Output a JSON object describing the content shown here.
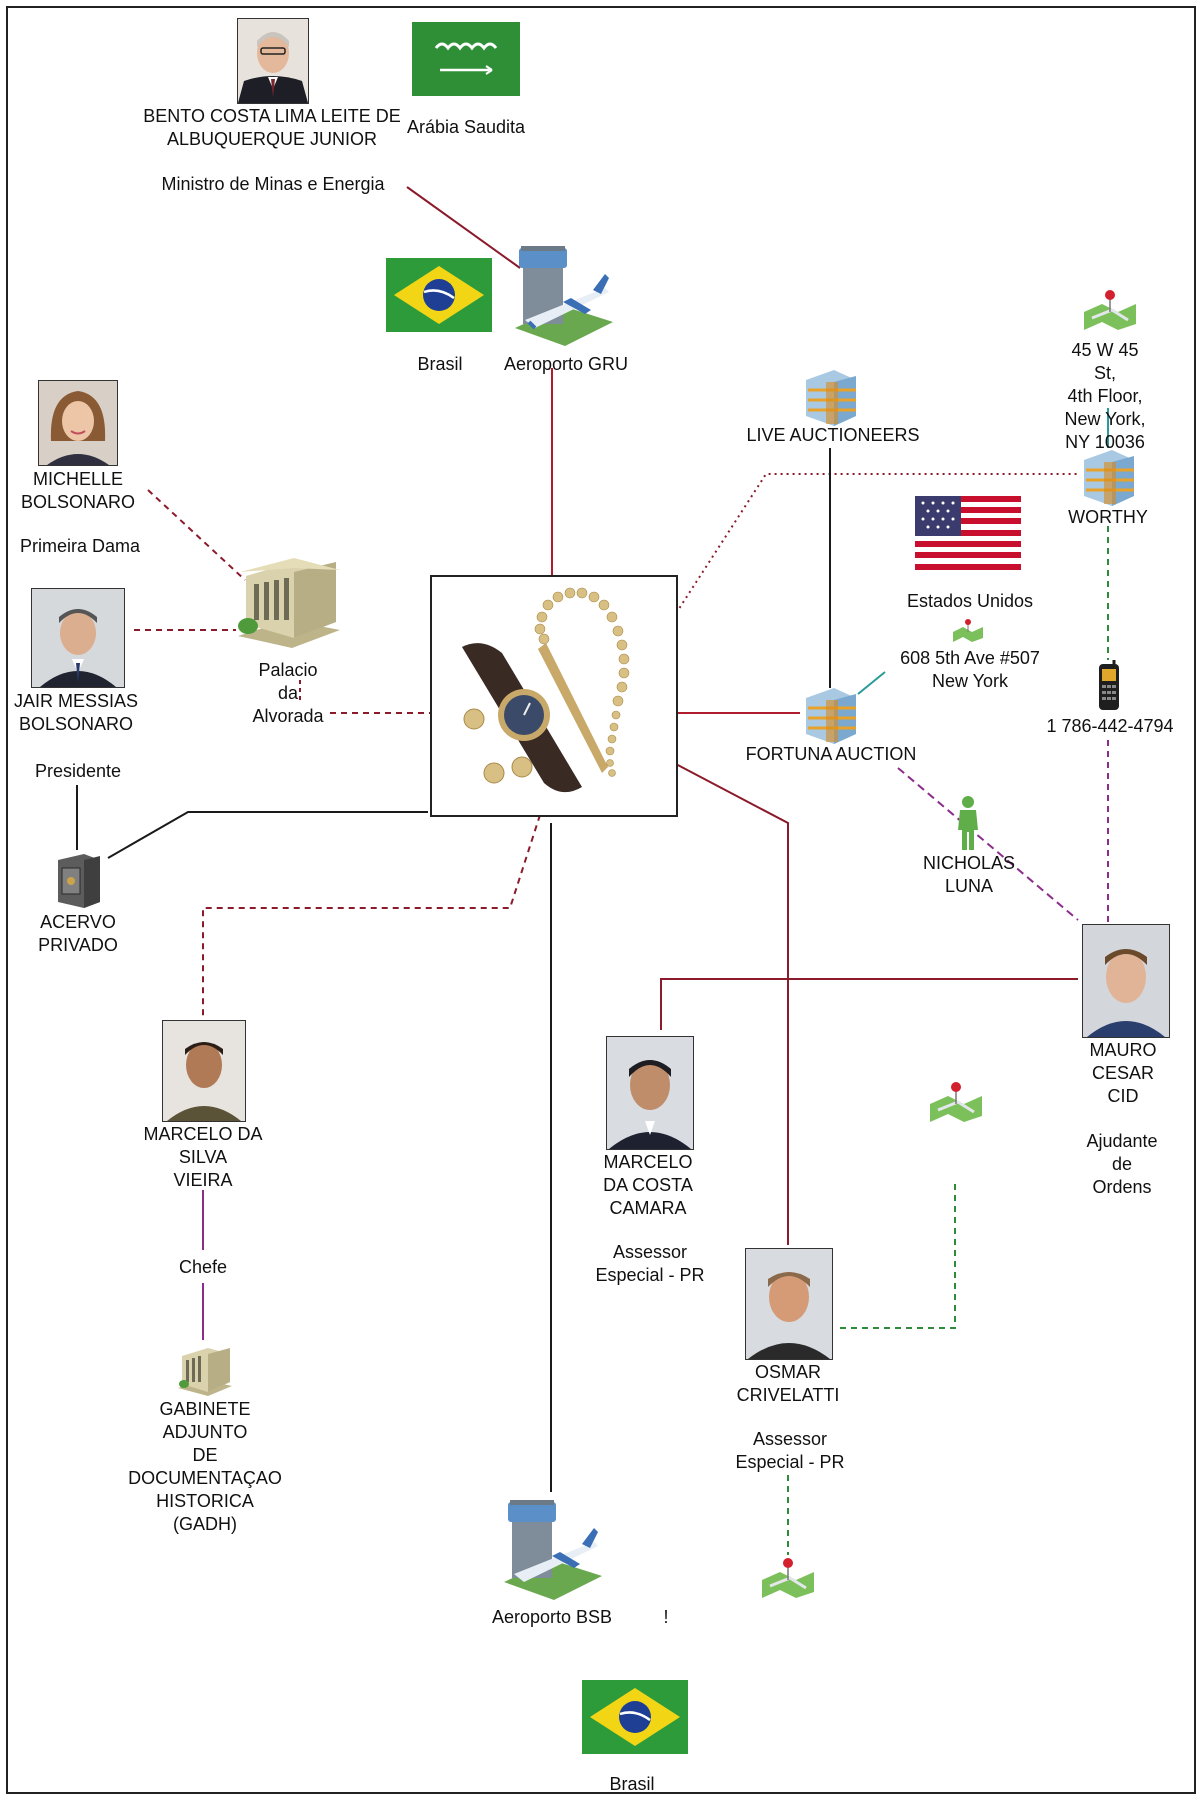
{
  "nodes": {
    "bento": {
      "label": "BENTO COSTA LIMA LEITE DE\nALBUQUERQUE JUNIOR",
      "role": "Ministro de Minas e Energia"
    },
    "arabia": {
      "label": "Arábia Saudita"
    },
    "brasil_top": {
      "label": "Brasil"
    },
    "aeroporto_gru": {
      "label": "Aeroporto GRU"
    },
    "live_auctioneers": {
      "label": "LIVE AUCTIONEERS"
    },
    "address_worthy": {
      "label": "45 W 45 St,\n4th Floor, New York,\nNY 10036"
    },
    "worthy": {
      "label": "WORTHY"
    },
    "estados_unidos": {
      "label": "Estados Unidos"
    },
    "address_fortuna": {
      "label": "608 5th Ave #507\nNew York"
    },
    "phone": {
      "label": "1 786-442-4794"
    },
    "fortuna": {
      "label": "FORTUNA AUCTION"
    },
    "nicholas": {
      "label": "NICHOLAS\nLUNA"
    },
    "michelle": {
      "label": "MICHELLE\nBOLSONARO",
      "role": "Primeira Dama"
    },
    "jair": {
      "label": "JAIR MESSIAS\nBOLSONARO",
      "role": "Presidente"
    },
    "palacio": {
      "label": "Palacio\nda\nAlvorada"
    },
    "acervo": {
      "label": "ACERVO\nPRIVADO"
    },
    "mauro": {
      "label": "MAURO\nCESAR\nCID",
      "role": "Ajudante\nde\nOrdens"
    },
    "marcelo_vieira": {
      "label": "MARCELO DA\nSILVA\nVIEIRA",
      "role": "Chefe"
    },
    "gadh": {
      "label": "GABINETE\nADJUNTO\nDE\nDOCUMENTAÇAO\nHISTORICA\n(GADH)"
    },
    "marcelo_camara": {
      "label": "MARCELO\nDA COSTA\nCAMARA",
      "role": "Assessor\nEspecial - PR"
    },
    "osmar": {
      "label": "OSMAR\nCRIVELATTI",
      "role": "Assessor\nEspecial - PR"
    },
    "aeroporto_bsb": {
      "label": "Aeroporto BSB"
    },
    "bsb_extra": {
      "label": "!"
    },
    "brasil_bottom": {
      "label": "Brasil"
    }
  },
  "colors": {
    "maroon": "#8b1a2b",
    "dark": "#1a1a1a",
    "purple": "#8b2d8b",
    "green": "#2e8b3a",
    "teal": "#2a9a9a"
  }
}
